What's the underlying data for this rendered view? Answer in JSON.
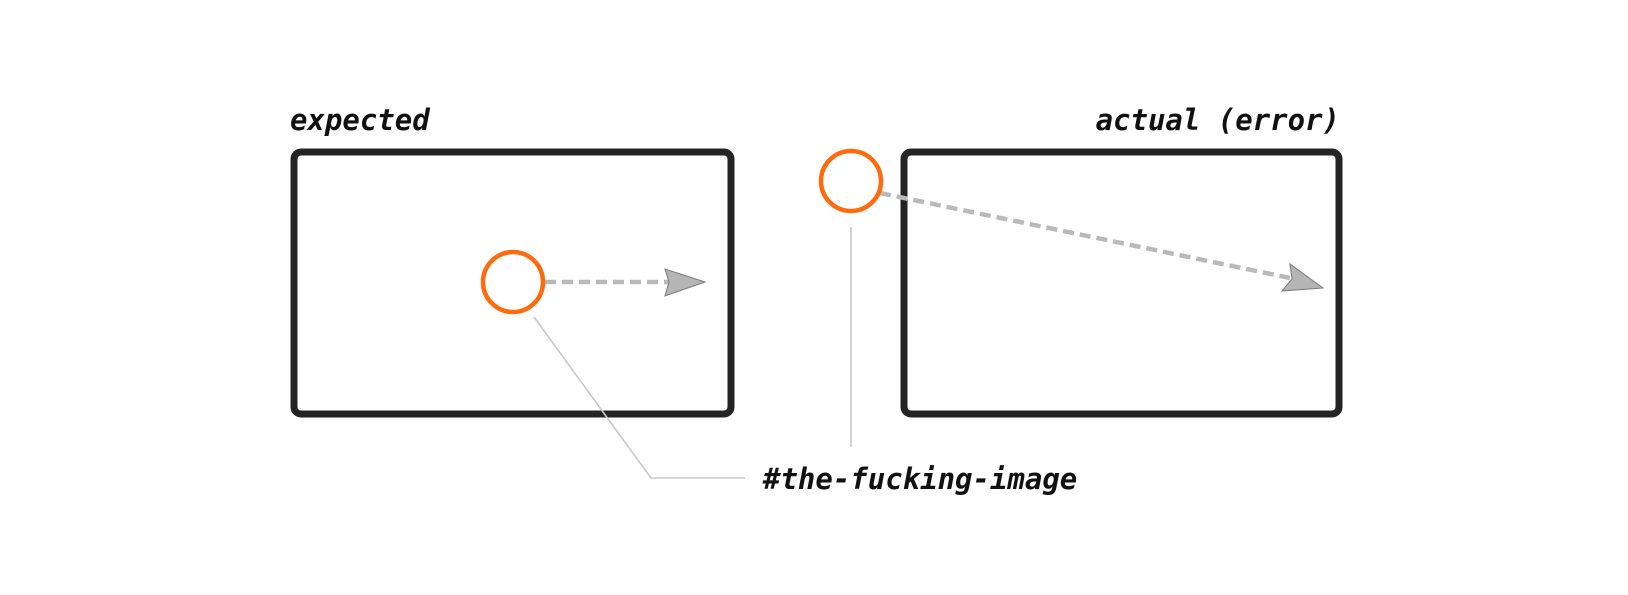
{
  "labels": {
    "expected": "expected",
    "actual": "actual (error)",
    "target": "#the-fucking-image"
  },
  "icons": {
    "marker": "circle-outline",
    "motion": "dashed-arrow"
  },
  "colors": {
    "background": "#ffffff",
    "frame": "#242424",
    "marker": "#ff6a0d",
    "motion": "#b9b9b9",
    "arrowhead_fill": "#b5b5b5",
    "leader": "#c8c8c8",
    "text": "#111111"
  }
}
